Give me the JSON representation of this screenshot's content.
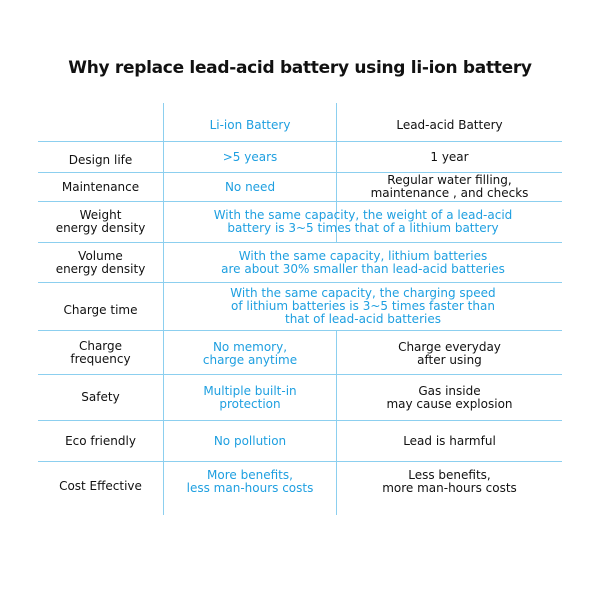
{
  "title": "Why replace lead-acid battery using li-ion battery",
  "columns": [
    "Li-ion Battery",
    "Lead-acid Battery"
  ],
  "rows": [
    {
      "label": "Design life",
      "li_ion": ">5 years",
      "lead_acid": "1 year"
    },
    {
      "label": "Maintenance",
      "li_ion": "No need",
      "lead_acid": "Regular water filling,\nmaintenance , and checks"
    },
    {
      "label": "Weight\nenergy density",
      "combined": "With the same capacity, the weight of a lead-acid\nbattery is 3~5 times that of a lithium battery"
    },
    {
      "label": "Volume\nenergy density",
      "combined": "With the same capacity, lithium batteries\nare about 30% smaller than lead-acid batteries"
    },
    {
      "label": "Charge time",
      "combined": "With the same capacity, the charging speed\nof lithium batteries is 3~5 times faster than\nthat of lead-acid batteries"
    },
    {
      "label": "Charge\nfrequency",
      "li_ion": "No memory,\ncharge anytime",
      "lead_acid": "Charge everyday\nafter using"
    },
    {
      "label": "Safety",
      "li_ion": "Multiple built-in\nprotection",
      "lead_acid": "Gas inside\nmay cause explosion"
    },
    {
      "label": "Eco friendly",
      "li_ion": "No pollution",
      "lead_acid": "Lead is harmful"
    },
    {
      "label": "Cost Effective",
      "li_ion": "More benefits,\nless man-hours costs",
      "lead_acid": "Less benefits,\nmore man-hours costs"
    }
  ],
  "colors": {
    "accent": "#1e9fe0",
    "grid": "#8ccfef"
  }
}
